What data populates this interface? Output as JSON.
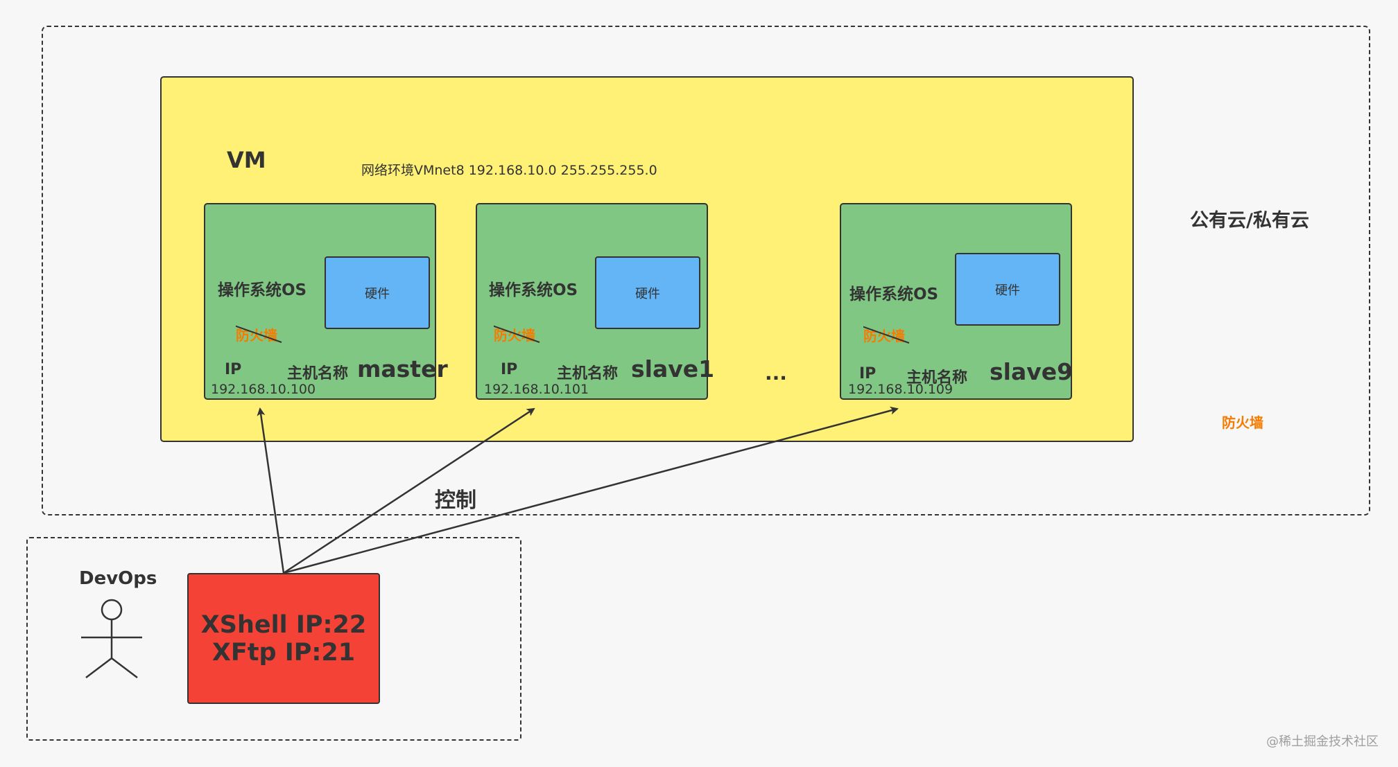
{
  "cloud_label": "公有云/私有云",
  "cloud_firewall": "防火墙",
  "vm": {
    "title": "VM",
    "network": "网络环境VMnet8 192.168.10.0 255.255.255.0"
  },
  "nodes": [
    {
      "os": "操作系统OS",
      "hardware": "硬件",
      "firewall": "防火墙",
      "ip_label": "IP",
      "host_label": "主机名称",
      "hostname": "master",
      "ip": "192.168.10.100"
    },
    {
      "os": "操作系统OS",
      "hardware": "硬件",
      "firewall": "防火墙",
      "ip_label": "IP",
      "host_label": "主机名称",
      "hostname": "slave1",
      "ip": "192.168.10.101"
    },
    {
      "os": "操作系统OS",
      "hardware": "硬件",
      "firewall": "防火墙",
      "ip_label": "IP",
      "host_label": "主机名称",
      "hostname": "slave9",
      "ip": "192.168.10.109"
    }
  ],
  "ellipsis": "...",
  "control_label": "控制",
  "devops": {
    "label": "DevOps",
    "xshell": "XShell IP:22",
    "xftp": "XFtp IP:21"
  },
  "watermark": "@稀土掘金技术社区",
  "colors": {
    "vm_fill": "#fff176",
    "node_fill": "#81c784",
    "hardware_fill": "#64b5f6",
    "firewall_text": "#f57c00",
    "client_fill": "#f44336"
  }
}
